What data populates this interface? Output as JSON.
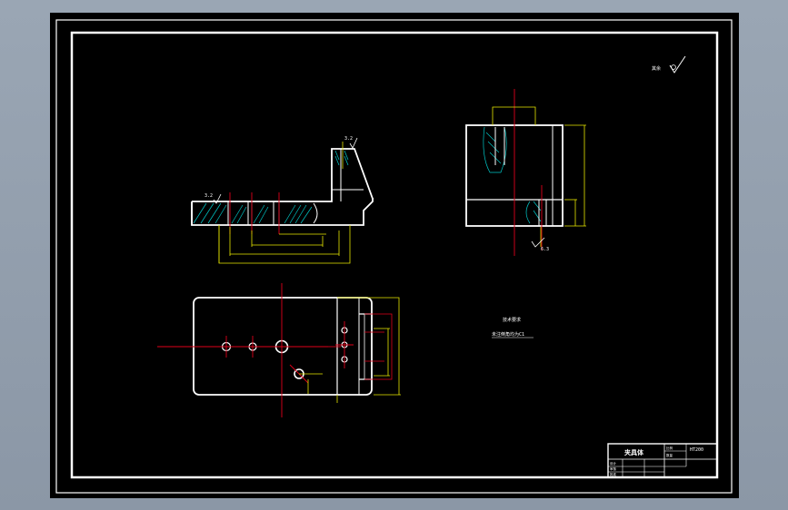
{
  "title_block": {
    "name": "夹具体",
    "material": "HT200",
    "scale_label": "比例",
    "qty_label": "数量",
    "r1": "设计",
    "r2": "审核",
    "r3": "批准"
  },
  "notes": {
    "heading": "技术要求",
    "line1": "未注倒角均为C1"
  },
  "roughness_general": "其余",
  "roughness_marks": [
    "3.2",
    "3.2",
    "6.3"
  ],
  "colors": {
    "background": "#8f9baa",
    "paper": "#000000",
    "outline": "#ffffff",
    "dimension": "#e8e800",
    "centerline": "#e0001a",
    "hatch": "#00c8c8"
  }
}
